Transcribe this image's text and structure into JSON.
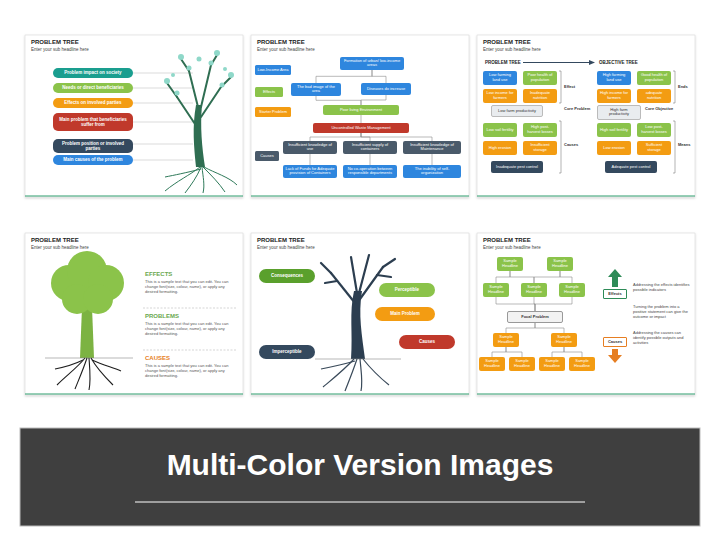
{
  "diagram": {
    "title": "Multi-Color Version Images",
    "nodes": [
      {
        "text": [
          "PROBLEM TREE",
          "Enter your sub headline here"
        ]
      },
      {
        "text": [
          "Problem impact on society"
        ],
        "in": 0
      },
      {
        "text": [
          "Needs or direct beneficiaries"
        ],
        "in": 0
      },
      {
        "text": [
          "Effects on involved parties"
        ],
        "in": 0
      },
      {
        "text": [
          "Main problem that beneficiaries suffer from"
        ],
        "in": 0
      },
      {
        "text": [
          "Problem position or involved parties"
        ],
        "in": 0
      },
      {
        "text": [
          "Main causes of the problem"
        ],
        "in": 0
      },
      {
        "text": [
          "PROBLEM TREE",
          "Enter your sub headline here"
        ]
      },
      {
        "text": [
          "Low-Income Area"
        ],
        "in": 7
      },
      {
        "text": [
          "Effects"
        ],
        "in": 7
      },
      {
        "text": [
          "Starter Problem"
        ],
        "in": 7
      },
      {
        "text": [
          "Causes"
        ],
        "in": 7
      },
      {
        "text": [
          "Formation of urban/ low-income areas"
        ],
        "in": 7
      },
      {
        "text": [
          "The bad image of the area"
        ],
        "in": 7
      },
      {
        "text": [
          "Diseases do increase"
        ],
        "in": 7
      },
      {
        "text": [
          "Poor living Environment"
        ],
        "in": 7
      },
      {
        "text": [
          "Uncontrolled Waste Management"
        ],
        "in": 7
      },
      {
        "text": [
          "Insufficient knowledge of use"
        ],
        "in": 7
      },
      {
        "text": [
          "Insufficient supply of containers"
        ],
        "in": 7
      },
      {
        "text": [
          "Insufficient knowledge of Maintenance"
        ],
        "in": 7
      },
      {
        "text": [
          "Lack of Funds for Adequate provision of Containers"
        ],
        "in": 7
      },
      {
        "text": [
          "No co-operation between responsible departments"
        ],
        "in": 7
      },
      {
        "text": [
          "The inability of self-organization"
        ],
        "in": 7
      },
      {
        "text": [
          "PROBLEM TREE",
          "Enter your sub headline here"
        ]
      },
      {
        "text": [
          "Low farming land use"
        ],
        "in": 23
      },
      {
        "text": [
          "Poor health of population"
        ],
        "in": 23
      },
      {
        "text": [
          "Low income for farmers"
        ],
        "in": 23
      },
      {
        "text": [
          "Inadequate nutrition"
        ],
        "in": 23
      },
      {
        "text": [
          "Low farm productivity"
        ],
        "in": 23
      },
      {
        "text": [
          "Low soil fertility"
        ],
        "in": 23
      },
      {
        "text": [
          "High post-harvest losses"
        ],
        "in": 23
      },
      {
        "text": [
          "High erosion"
        ],
        "in": 23
      },
      {
        "text": [
          "Insufficient storage"
        ],
        "in": 23
      },
      {
        "text": [
          "Inadequate pest control"
        ],
        "in": 23
      },
      {
        "text": [
          "High farming land use"
        ],
        "in": 23
      },
      {
        "text": [
          "Good health of population"
        ],
        "in": 23
      },
      {
        "text": [
          "High income for farmers"
        ],
        "in": 23
      },
      {
        "text": [
          "adequate nutrition"
        ],
        "in": 23
      },
      {
        "text": [
          "High farm productivity"
        ],
        "in": 23
      },
      {
        "text": [
          "High soil fertility"
        ],
        "in": 23
      },
      {
        "text": [
          "Low post-harvest losses"
        ],
        "in": 23
      },
      {
        "text": [
          "Low erosion"
        ],
        "in": 23
      },
      {
        "text": [
          "Sufficient storage"
        ],
        "in": 23
      },
      {
        "text": [
          "Adequate pest control"
        ],
        "in": 23
      },
      {
        "text": [
          "PROBLEM TREE",
          "Enter your sub headline here"
        ]
      },
      {
        "text": [
          "PROBLEM TREE",
          "Enter your sub headline here"
        ]
      },
      {
        "text": [
          "Consequences"
        ],
        "in": 45
      },
      {
        "text": [
          "Perceptible"
        ],
        "in": 45
      },
      {
        "text": [
          "Main Problem"
        ],
        "in": 45
      },
      {
        "text": [
          "Imperceptible"
        ],
        "in": 45
      },
      {
        "text": [
          "Causes"
        ],
        "in": 45
      },
      {
        "text": [
          "PROBLEM TREE",
          "Enter your sub headline here"
        ]
      },
      {
        "text": [
          "Sample Headline"
        ],
        "in": 51
      },
      {
        "text": [
          "Sample Headline"
        ],
        "in": 51
      },
      {
        "text": [
          "Sample Headline"
        ],
        "in": 51
      },
      {
        "text": [
          "Sample Headline"
        ],
        "in": 51
      },
      {
        "text": [
          "Sample Headline"
        ],
        "in": 51
      },
      {
        "text": [
          "Focal Problem"
        ],
        "in": 51
      },
      {
        "text": [
          "Sample Headline"
        ],
        "in": 51
      },
      {
        "text": [
          "Sample Headline"
        ],
        "in": 51
      },
      {
        "text": [
          "Sample Headline"
        ],
        "in": 51
      },
      {
        "text": [
          "Sample Headline"
        ],
        "in": 51
      },
      {
        "text": [
          "Sample Headline"
        ],
        "in": 51
      },
      {
        "text": [
          "Sample Headline"
        ],
        "in": 51
      },
      {
        "text": [
          "Effects"
        ],
        "in": 51
      },
      {
        "text": [
          "Causes"
        ],
        "in": 51
      }
    ],
    "edges": [
      {
        "from": 12,
        "to": 13,
        "arrow": "none"
      },
      {
        "from": 12,
        "to": 14,
        "arrow": "none"
      },
      {
        "from": 13,
        "to": 15,
        "arrow": "none"
      },
      {
        "from": 14,
        "to": 15,
        "arrow": "none"
      },
      {
        "from": 15,
        "to": 16,
        "arrow": "none"
      },
      {
        "from": 16,
        "to": 17,
        "arrow": "none"
      },
      {
        "from": 16,
        "to": 18,
        "arrow": "none"
      },
      {
        "from": 16,
        "to": 19,
        "arrow": "none"
      },
      {
        "from": 17,
        "to": 20,
        "arrow": "none"
      },
      {
        "from": 18,
        "to": 21,
        "arrow": "none"
      },
      {
        "from": 19,
        "to": 22,
        "arrow": "none"
      },
      {
        "from": 52,
        "to": 54,
        "arrow": "none"
      },
      {
        "from": 52,
        "to": 55,
        "arrow": "none"
      },
      {
        "from": 53,
        "to": 55,
        "arrow": "none"
      },
      {
        "from": 53,
        "to": 56,
        "arrow": "none"
      },
      {
        "from": 54,
        "to": 57,
        "arrow": "none"
      },
      {
        "from": 55,
        "to": 57,
        "arrow": "none"
      },
      {
        "from": 56,
        "to": 57,
        "arrow": "none"
      },
      {
        "from": 57,
        "to": 58,
        "arrow": "none"
      },
      {
        "from": 57,
        "to": 59,
        "arrow": "none"
      },
      {
        "from": 58,
        "to": 60,
        "arrow": "none"
      },
      {
        "from": 58,
        "to": 61,
        "arrow": "none"
      },
      {
        "from": 59,
        "to": 62,
        "arrow": "none"
      },
      {
        "from": 59,
        "to": 63,
        "arrow": "none"
      }
    ],
    "labels": [
      "PROBLEM TREE",
      "OBJECTIVE TREE",
      "Effect",
      "Core Problem",
      "Causes",
      "Ends",
      "Core Objective",
      "Means",
      "EFFECTS",
      "This is a sample text that you can edit. You can change font(size, colour, name), or apply any desired formatting.",
      "PROBLEMS",
      "This is a sample text that you can edit. You can change font(size, colour, name), or apply any desired formatting.",
      "CAUSES",
      "This is a sample text that you can edit. You can change font(size, colour, name), or apply any desired formatting.",
      "Addressing the effects identifies possible indicators",
      "Turning the problem into a positive statement can give the outcome or impact",
      "Addressing the causes can identify possible outputs and activities"
    ]
  }
}
